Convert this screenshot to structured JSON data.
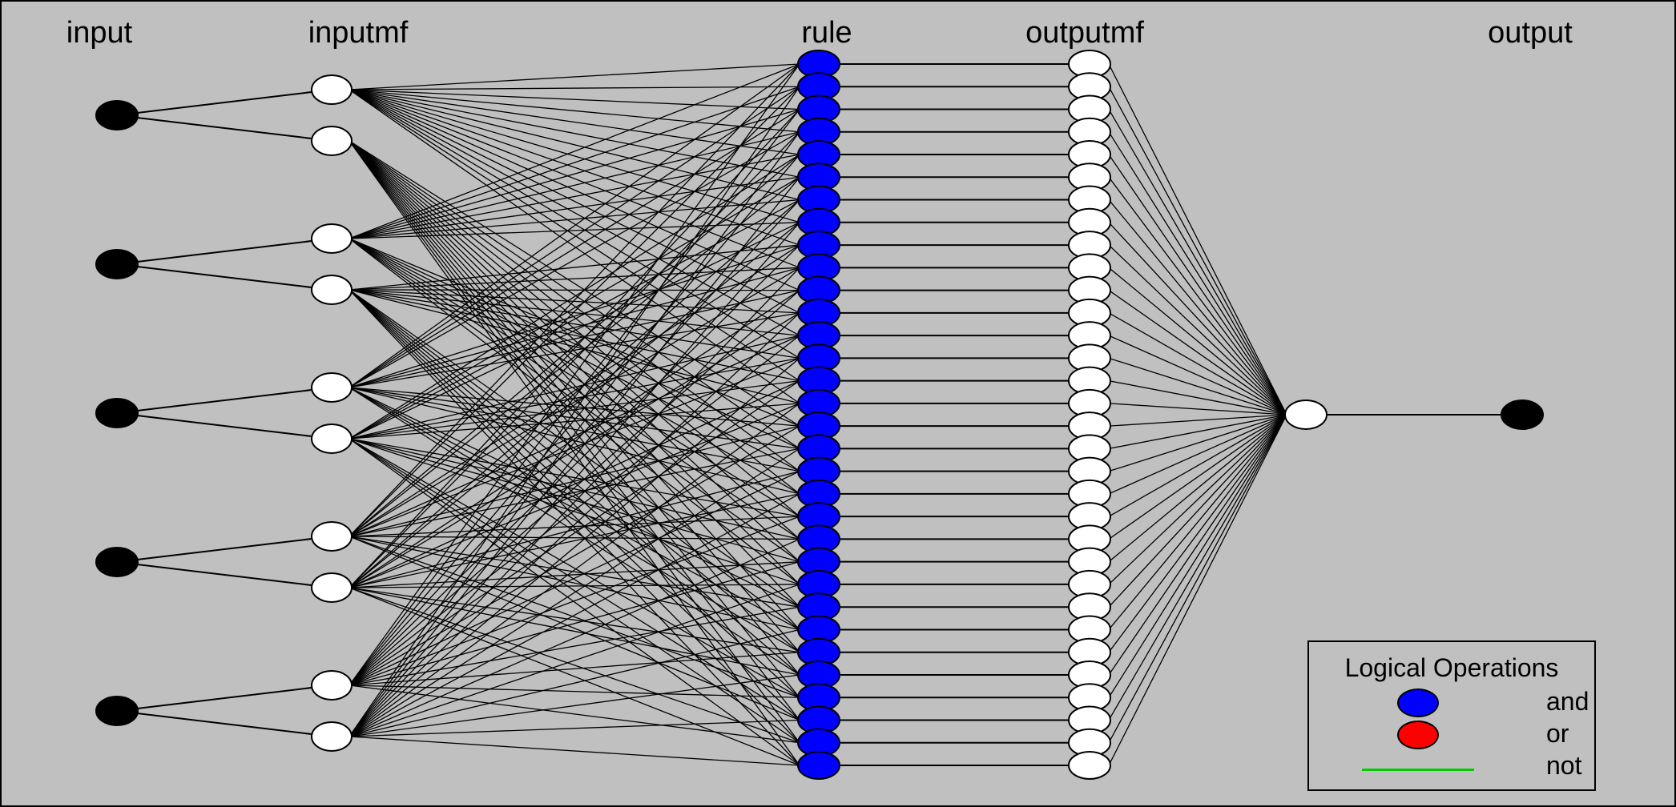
{
  "diagram": {
    "labels": {
      "input": "input",
      "inputmf": "inputmf",
      "rule": "rule",
      "outputmf": "outputmf",
      "output": "output"
    },
    "inputs_count": 5,
    "inputmf_per_input": 2,
    "rules_count": 32,
    "outputmf_count": 32,
    "outputs_count": 1,
    "rule_operation": "and"
  },
  "legend": {
    "title": "Logical Operations",
    "items": [
      {
        "label": "and",
        "color": "#0000ff",
        "kind": "ellipse"
      },
      {
        "label": "or",
        "color": "#ff0000",
        "kind": "ellipse"
      },
      {
        "label": "not",
        "color": "#00cc00",
        "kind": "line"
      }
    ]
  },
  "colors": {
    "background": "#c0c0c0",
    "input_node": "#000000",
    "mf_node": "#ffffff",
    "rule_node": "#0000ff",
    "edge": "#000000"
  }
}
